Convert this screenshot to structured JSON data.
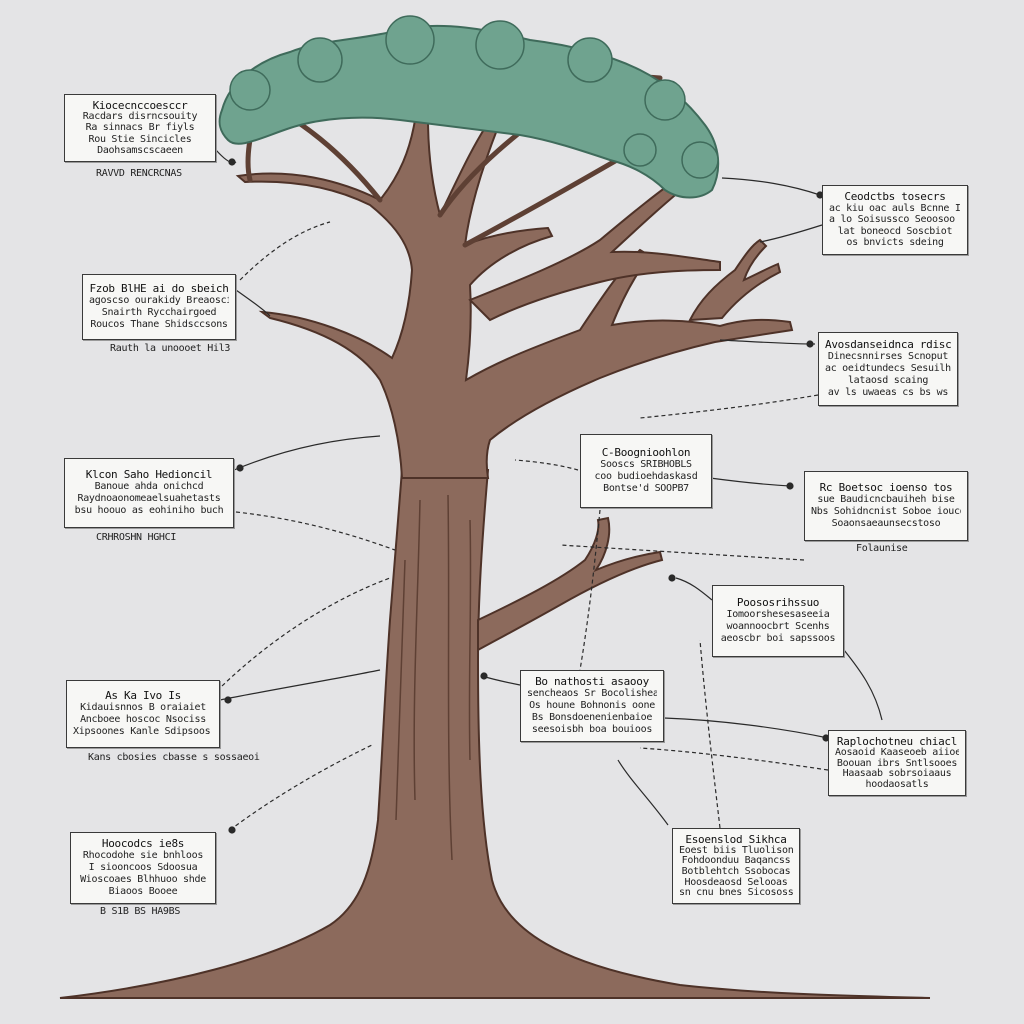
{
  "colors": {
    "background": "#e4e4e6",
    "trunk": "#8c6a5c",
    "trunk_outline": "#4e3228",
    "foliage": "#6fa38f",
    "foliage_outline": "#3f6b5b",
    "note_fill": "#f7f7f5",
    "connector": "#2a2a2a"
  },
  "labels": [
    {
      "id": "n1",
      "lines": [
        "Kiocecnccoesccr",
        "Racdars disrncsouity",
        "Ra sinnacs Br fiyls",
        "Rou Stie Sincicles",
        "Daohsamscscaeen"
      ],
      "caption": "RAVVD RENCRCNAS"
    },
    {
      "id": "n2",
      "lines": [
        "Ceodctbs tosecrs",
        "ac kiu oac auls Bcnne Io",
        "a lo Soisussco Seoosoo Coy",
        "lat boneocd Soscbiot",
        "os bnvicts sdeing"
      ],
      "caption": ""
    },
    {
      "id": "n3",
      "lines": [
        "Fzob BlHE ai do sbeich",
        "agoscso ourakidy Breaoscil",
        "Snairth Rycchairgoed",
        "Roucos Thane Shidsccsons"
      ],
      "caption": "Rauth la unoooet Hil3"
    },
    {
      "id": "n4",
      "lines": [
        "Avosdanseidnca rdiscs",
        "Dinecsnnirses Scnoput",
        "ac oeidtundecs Sesuilhoaans",
        "lataosd scaing",
        "av ls uwaeas cs bs ws"
      ],
      "caption": ""
    },
    {
      "id": "n5",
      "lines": [
        "Klcon Saho Hedioncil",
        "Banoue ahda onichcd",
        "Raydnoaonomeaelsuahetasts",
        "bsu hoouo as eohiniho buch"
      ],
      "caption": "CRHROSHN HGHCI"
    },
    {
      "id": "n6",
      "lines": [
        "C-Boognioohlon",
        "Sooscs SRIBHOBLS",
        "coo budioehdaskasd",
        "Bontse'd SOOPB7"
      ],
      "caption": ""
    },
    {
      "id": "n7",
      "lines": [
        "Rc Boetsoc ioenso tos",
        "sue Baudicncbauiheh bise",
        "Nbs Sohidncnist Soboe ioucd",
        "Soaonsaeaunsecstoso"
      ],
      "caption": "Folaunise"
    },
    {
      "id": "n8",
      "lines": [
        "Poososrihssuo",
        "Iomoorshesesaseeia",
        "woannoocbrt Scenhs",
        "aeoscbr boi sapssoos"
      ],
      "caption": ""
    },
    {
      "id": "n9",
      "lines": [
        "Bo nathosti asaooy",
        "sencheaos Sr Bocolisheaids",
        "Os houne Bohnonis oone",
        "Bs Bonsdoenenienbaioe",
        "seesoisbh boa bouioos"
      ],
      "caption": ""
    },
    {
      "id": "n10",
      "lines": [
        "As Ka Ivo Is",
        "Kidauisnnos B oraiaiet",
        "Ancboee hoscoc Nsociss",
        "Xipsoones Kanle Sdipsoos Kaniuosaa"
      ],
      "caption": "Kans cbosies cbasse s sossaeoi"
    },
    {
      "id": "n11",
      "lines": [
        "Raplochotneu chiacl",
        "Aosaoid Kaaseoeb aiioe",
        "Boouan ibrs Sntlsooes",
        "Haasaab sobrsoiaaus",
        "hoodaosatls"
      ],
      "caption": ""
    },
    {
      "id": "n12",
      "lines": [
        "Hoocodcs ie8s",
        "Rhocodohe sie bnhloos",
        "I siooncoos Sdoosua",
        "Wioscoaes Blhhuoo shde",
        "Biaoos Booee"
      ],
      "caption": "B S1B BS HA9BS"
    },
    {
      "id": "n13",
      "lines": [
        "Esoenslod Sikhca",
        "Eoest biis Tluolisonnio",
        "Fohdoonduu Baqancss",
        "Botblehtch Ssobocas",
        "Hoosdeaosd Selooas",
        "sn cnu bnes Sicososs"
      ],
      "caption": ""
    }
  ]
}
